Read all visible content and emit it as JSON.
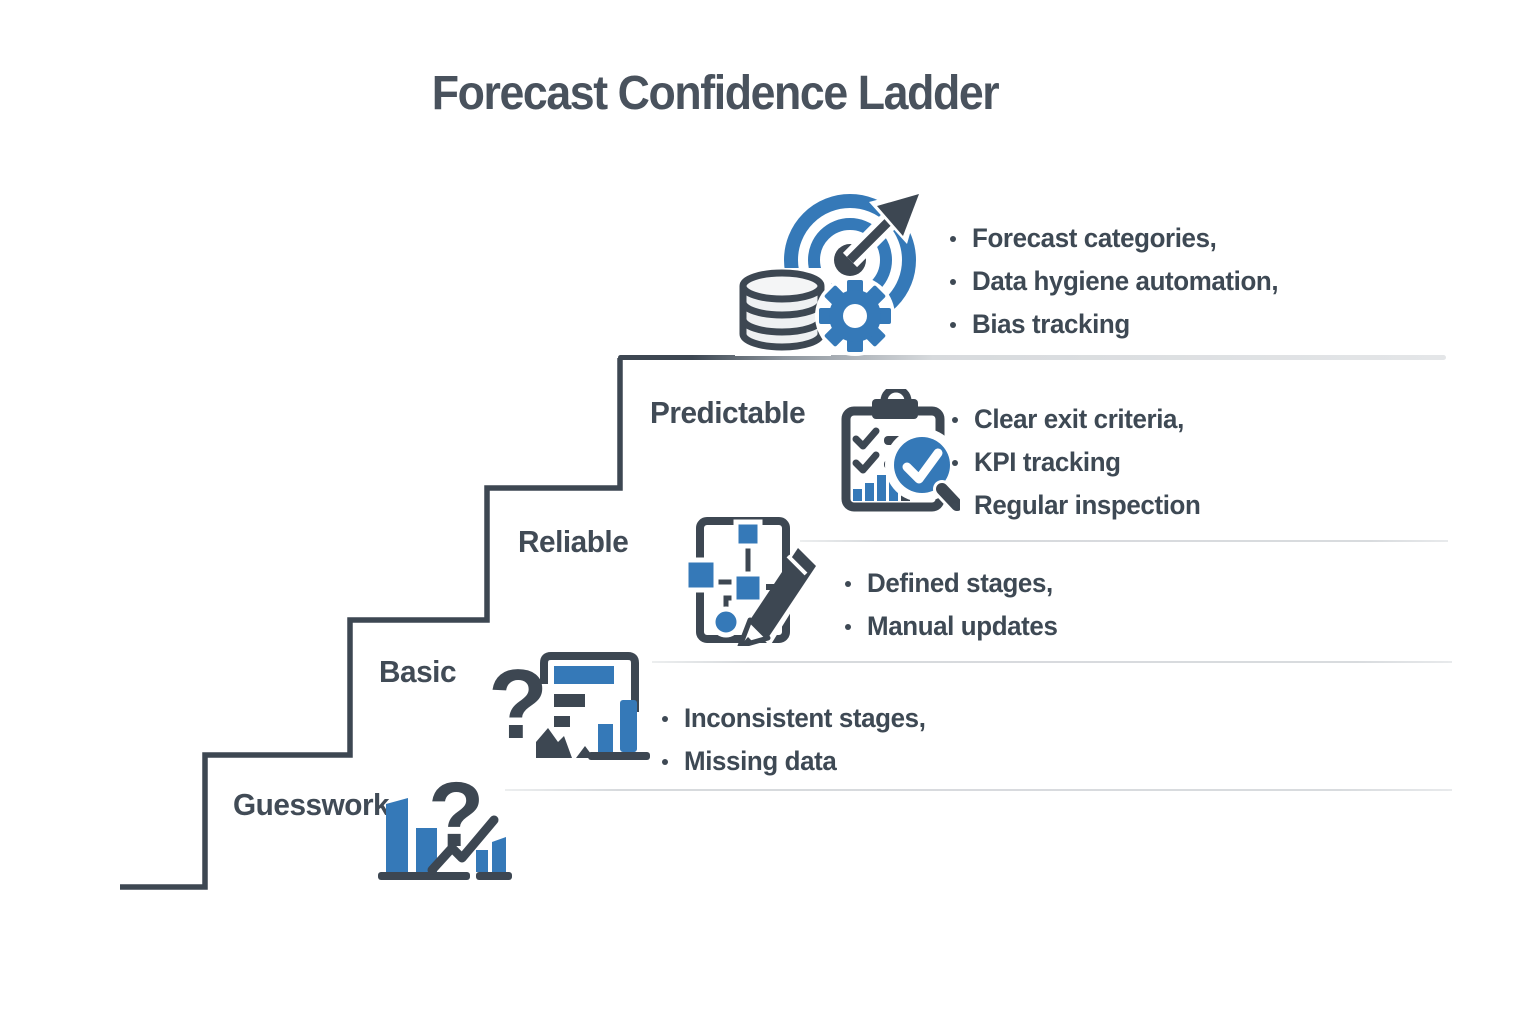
{
  "title": "Forecast Confidence Ladder",
  "colors": {
    "dark_slate": "#3d4752",
    "accent_blue": "#3579b8",
    "light_line": "#d8dbde",
    "cylinder_fill": "#eef0f2"
  },
  "icon_glyphs": {
    "question_mark": "?"
  },
  "levels": [
    {
      "id": "top",
      "icon": "target-database-gear-icon",
      "bullets": [
        "Forecast categories,",
        "Data hygiene automation,",
        "Bias tracking"
      ]
    },
    {
      "id": "predictable",
      "label": "Predictable",
      "icon": "clipboard-checklist-magnifier-icon",
      "bullets": [
        "Clear exit criteria,",
        "KPI tracking",
        "Regular inspection"
      ]
    },
    {
      "id": "reliable",
      "label": "Reliable",
      "icon": "flowchart-pencil-icon",
      "bullets": [
        "Defined stages,",
        "Manual updates"
      ]
    },
    {
      "id": "basic",
      "label": "Basic",
      "icon": "question-report-icon",
      "bullets": [
        "Inconsistent stages,",
        "Missing data"
      ]
    },
    {
      "id": "guesswork",
      "label": "Guesswork",
      "icon": "question-declining-bars-icon",
      "bullets": []
    }
  ]
}
